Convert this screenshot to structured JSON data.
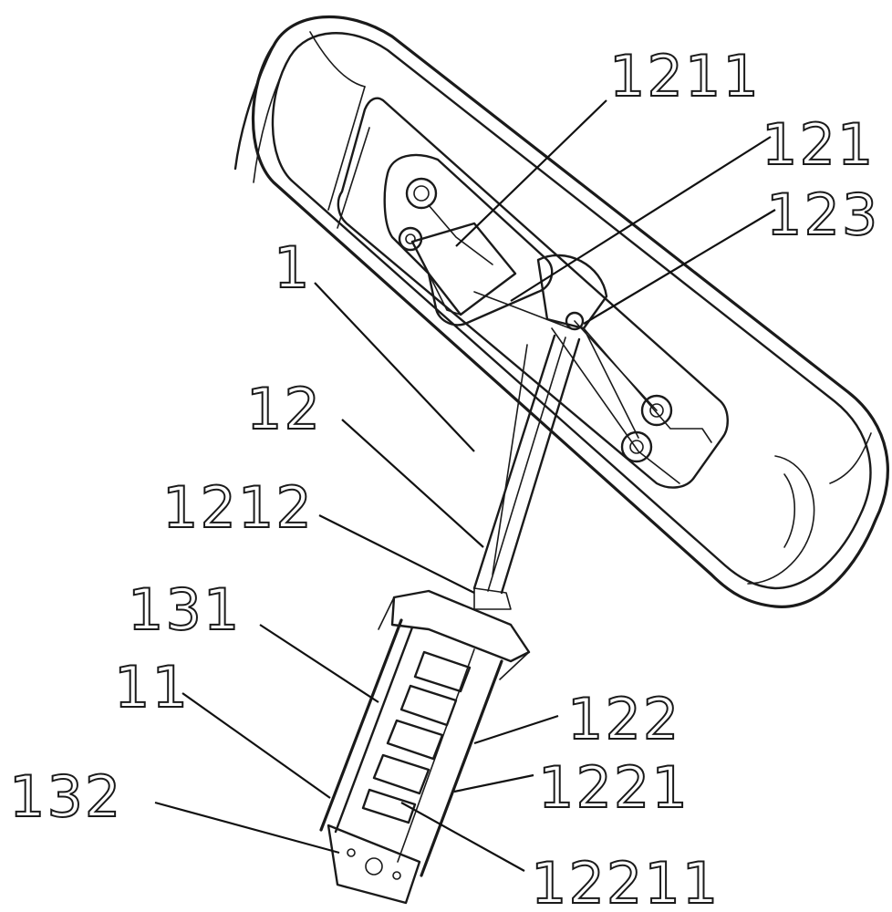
{
  "figure": {
    "labels": [
      {
        "id": "1211",
        "text": "1211"
      },
      {
        "id": "121",
        "text": "121"
      },
      {
        "id": "123",
        "text": "123"
      },
      {
        "id": "1",
        "text": "1"
      },
      {
        "id": "12",
        "text": "12"
      },
      {
        "id": "1212",
        "text": "1212"
      },
      {
        "id": "131",
        "text": "131"
      },
      {
        "id": "11",
        "text": "11"
      },
      {
        "id": "122",
        "text": "122"
      },
      {
        "id": "1221",
        "text": "1221"
      },
      {
        "id": "132",
        "text": "132"
      },
      {
        "id": "12211",
        "text": "12211"
      }
    ]
  }
}
